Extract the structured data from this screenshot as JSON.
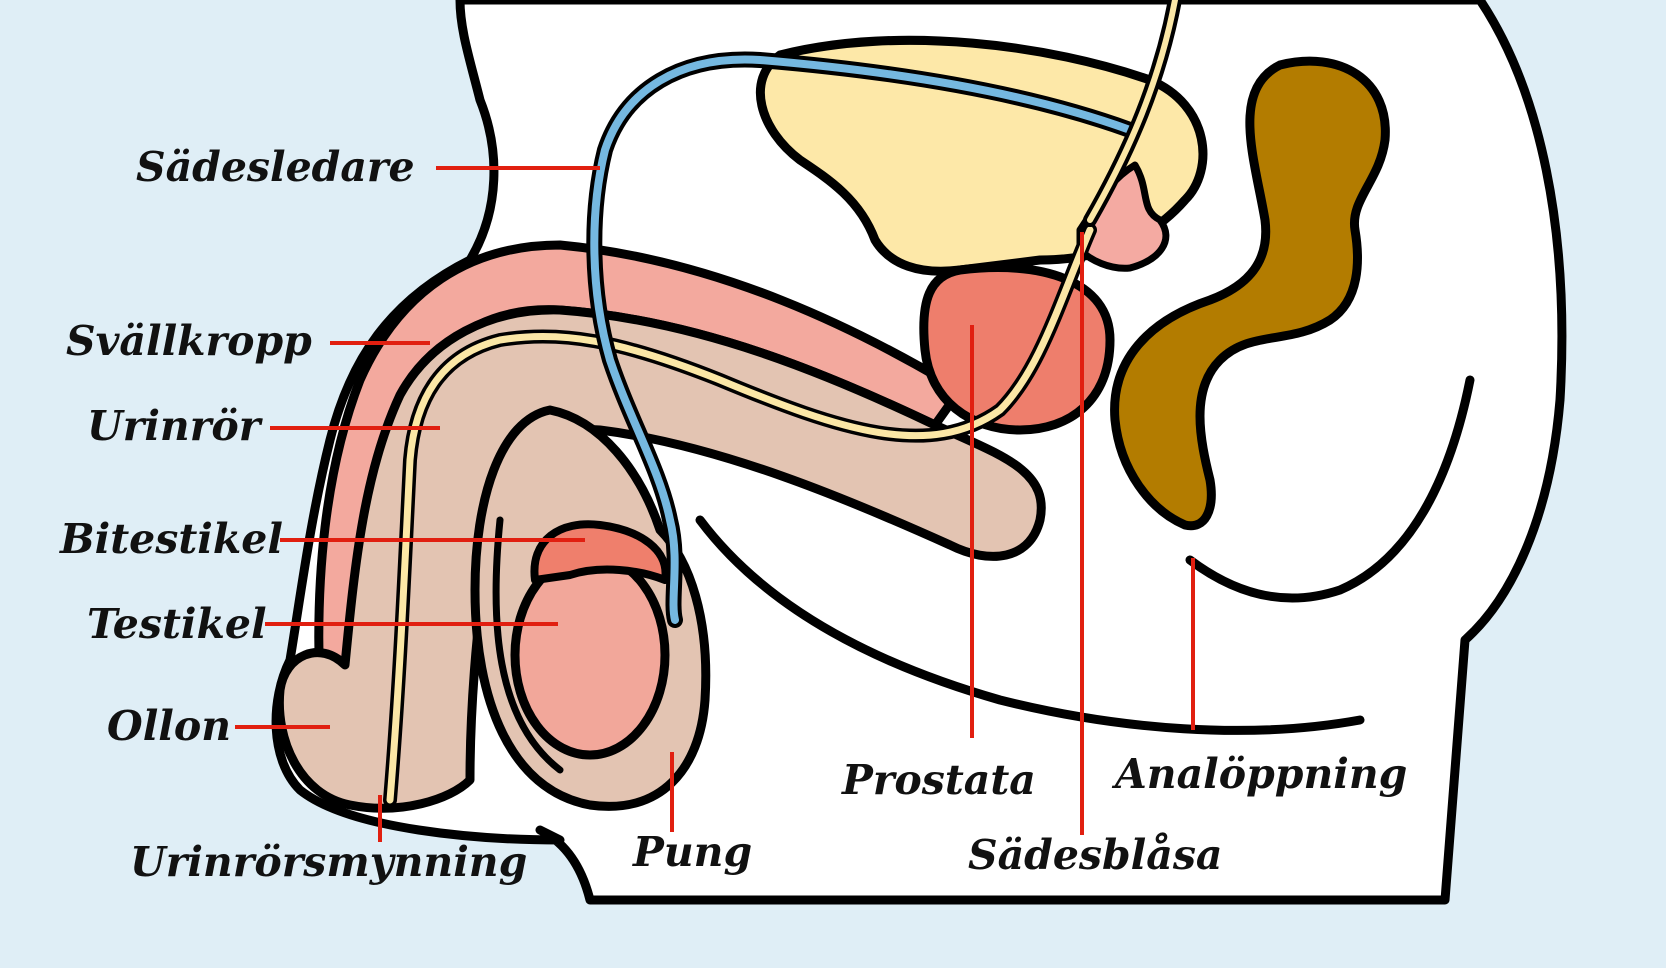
{
  "colors": {
    "background": "#dfeef6",
    "body_fill": "#ffffff",
    "outline": "#000000",
    "pointer_line": "#e11f10",
    "bladder": "#fde8a8",
    "spongy_tissue": "#f3a99e",
    "erectile_tissue": "#e3c4b2",
    "vas_deferens": "#75b8e0",
    "urethra": "#fbe7a6",
    "testicle": "#f2a79a",
    "epididymis": "#ef7f6c",
    "prostate": "#ee7e6c",
    "seminal_vesicle": "#f4aaa2",
    "rectum": "#b37c00"
  },
  "labels": {
    "sadesledare": "Sädesledare",
    "svallkropp": "Svällkropp",
    "urinror": "Urinrör",
    "bitestikel": "Bitestikel",
    "testikel": "Testikel",
    "ollon": "Ollon",
    "urinrorsmynning": "Urinrörsmynning",
    "pung": "Pung",
    "prostata": "Prostata",
    "sadesblasa": "Sädesblåsa",
    "analoppning": "Analöppning"
  }
}
